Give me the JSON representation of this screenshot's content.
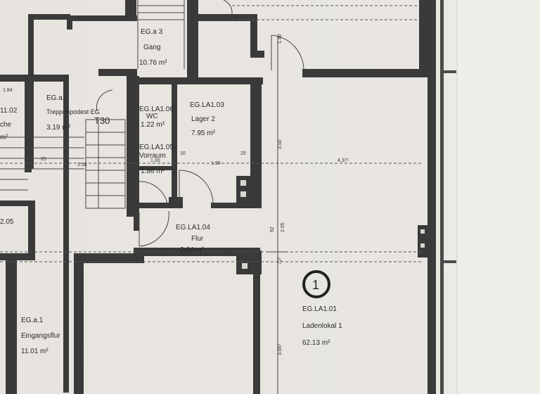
{
  "rooms": {
    "gang": {
      "id": "EG.a 3",
      "name": "Gang",
      "area": "10.76 m²"
    },
    "treppe": {
      "id": "EG.a.2",
      "name": "Treppenpodest EG",
      "area": "3.19 m²"
    },
    "left_top": {
      "id": "11.02",
      "name": "che",
      "area": "m²"
    },
    "wc": {
      "id": "EG.LA1.06",
      "name": "WC",
      "area": "1.22 m²"
    },
    "vorraum": {
      "id": "EG.LA1.05",
      "name": "Vorraum",
      "area": "1.86 m²"
    },
    "lager": {
      "id": "EG.LA1.03",
      "name": "Lager 2",
      "area": "7.95 m²"
    },
    "flur": {
      "id": "EG.LA1.04",
      "name": "Flur",
      "area": "3.64 m²"
    },
    "laden": {
      "id": "EG.LA1.01",
      "name": "Ladenlokal 1",
      "area": "62.13 m²"
    },
    "eingang": {
      "id": "EG.a.1",
      "name": "Eingangsflur",
      "area": "11.01 m²"
    },
    "left_mid": {
      "id": "2.05"
    }
  },
  "marks": {
    "fire_door": "T30",
    "circle_number": "1"
  },
  "dimensions": {
    "d184": "1.84",
    "d25a": "25",
    "d250": "2.50",
    "d100": "1.00",
    "d190": "1.90",
    "d10": "10",
    "d25b": "25",
    "d437": "4.37⁵",
    "d350": "3.50",
    "d140": "1.40",
    "d92": "92",
    "d205": "2.05",
    "d72": "72⁵",
    "d366": "3.66⁵"
  }
}
